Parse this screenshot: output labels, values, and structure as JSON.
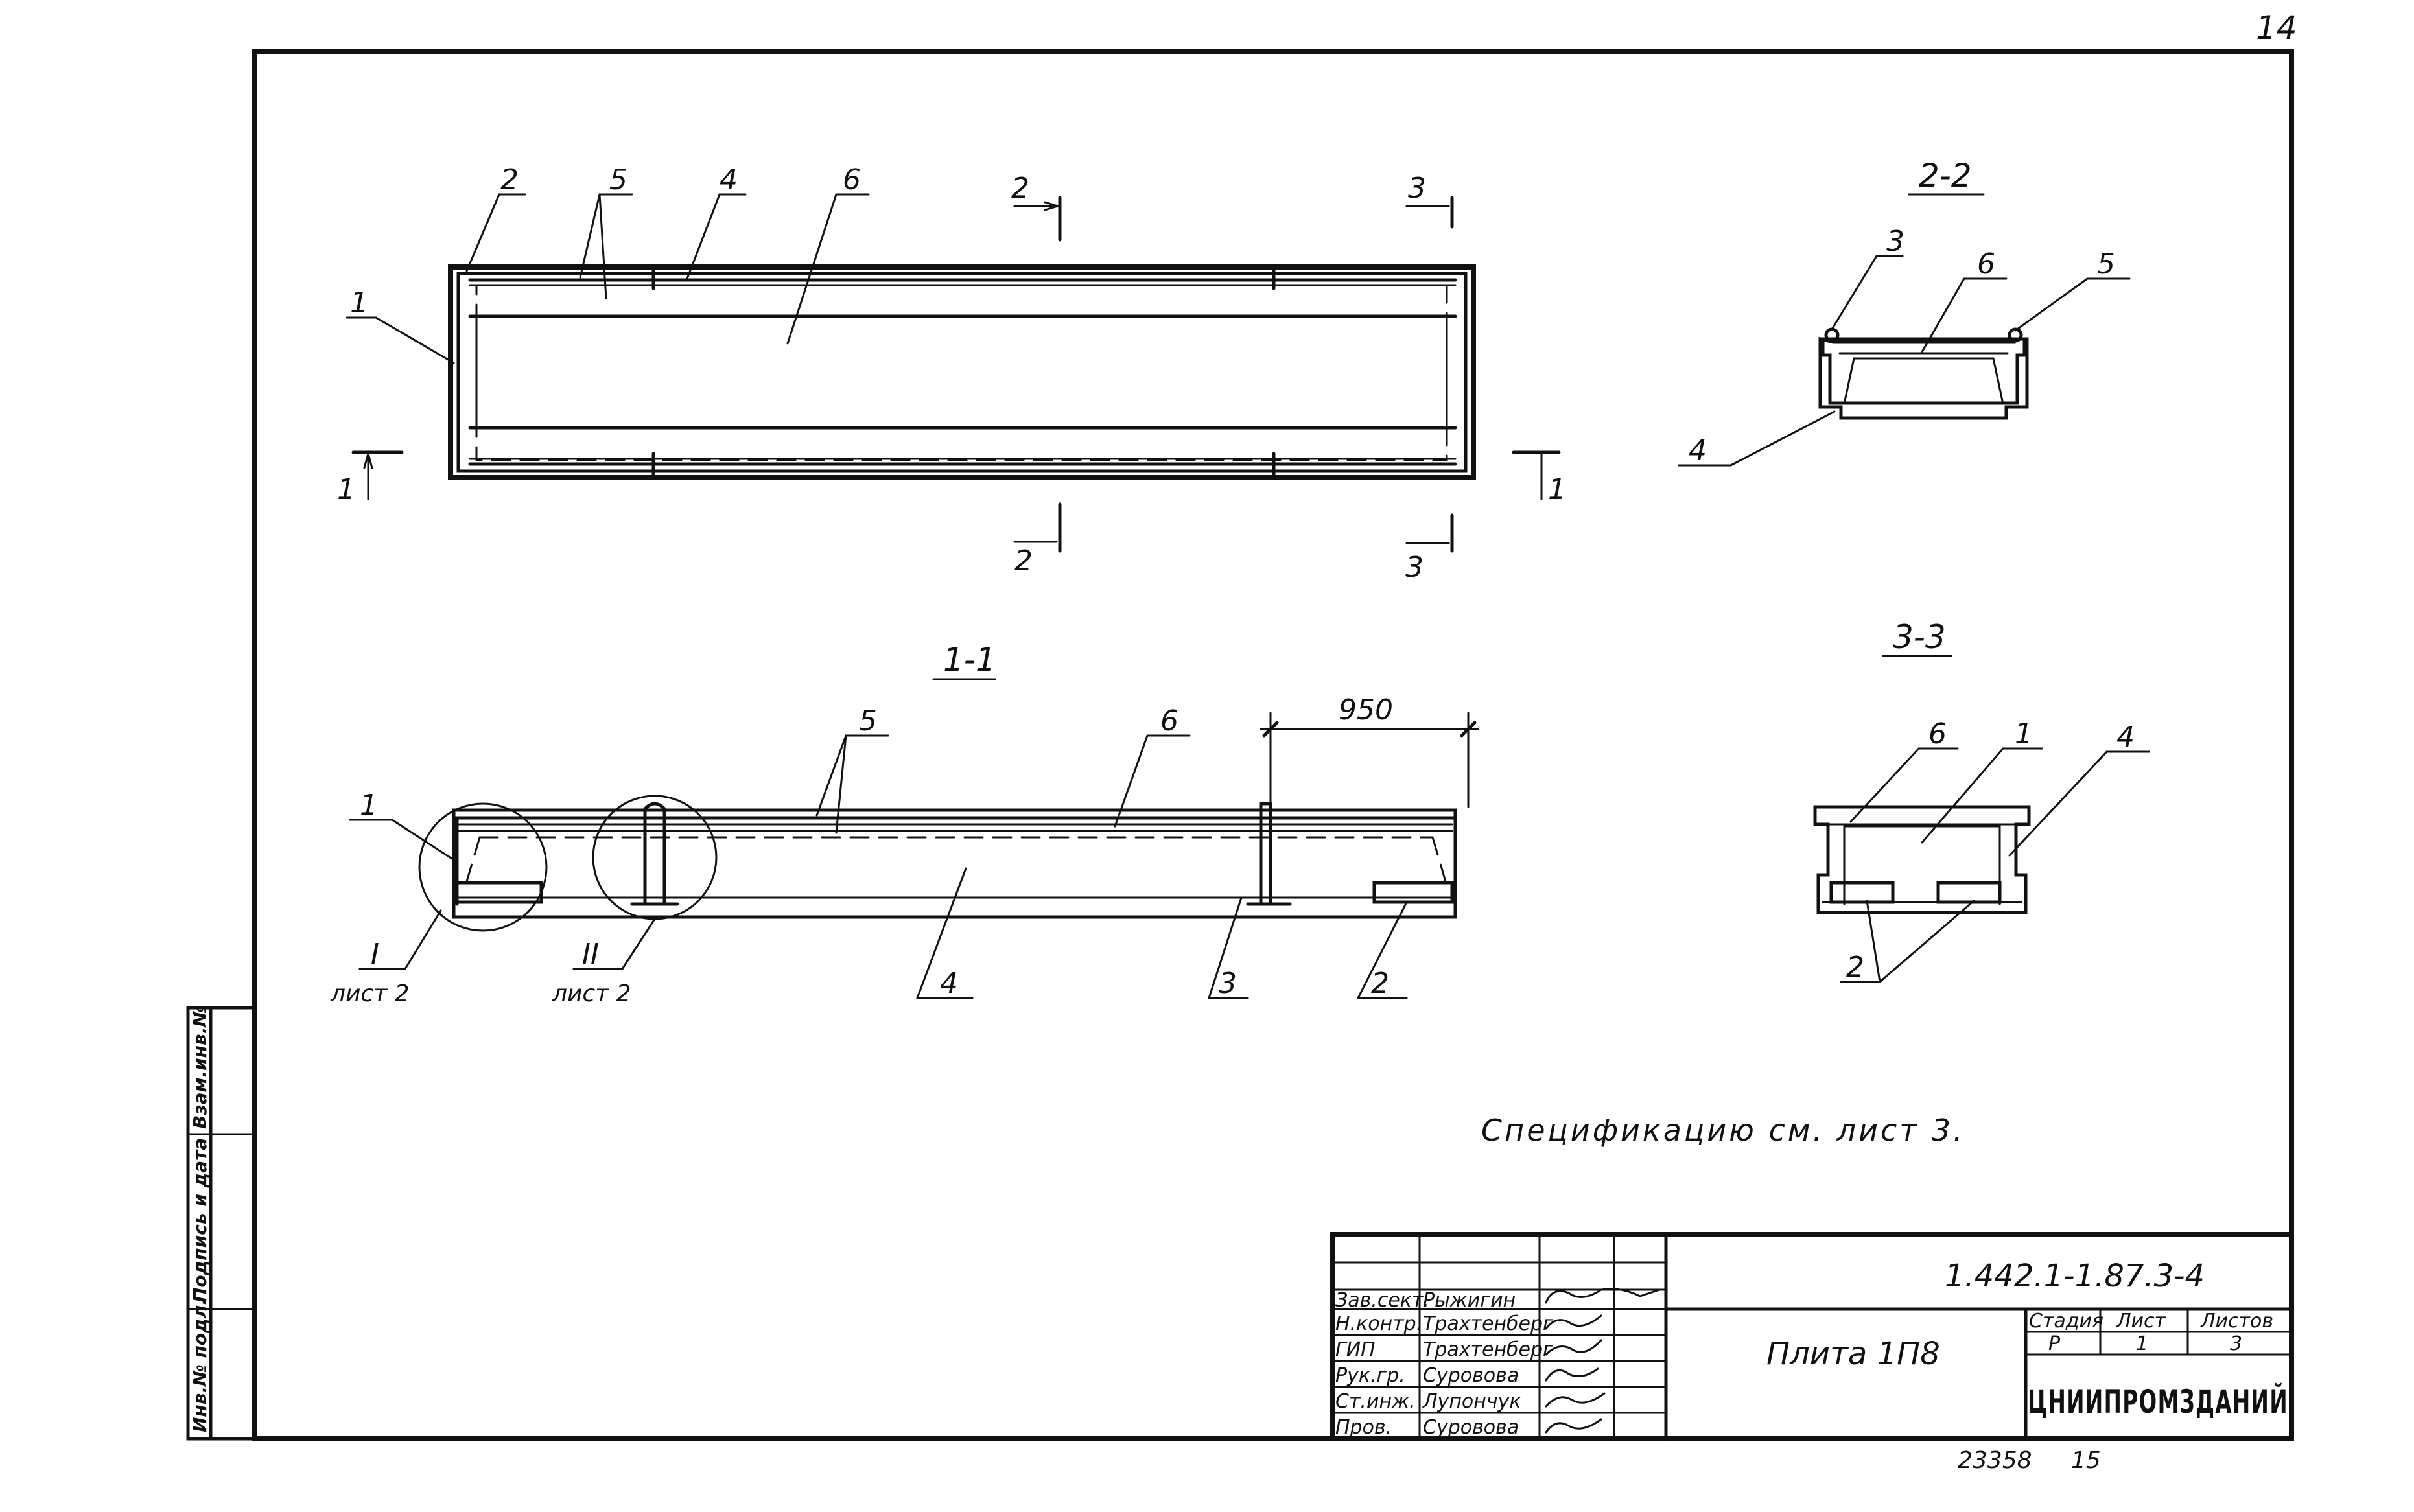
{
  "page_number": "14",
  "views": {
    "plan": {
      "callouts": [
        "2",
        "5",
        "4",
        "6",
        "1"
      ],
      "section_marks": {
        "s2_top": "2",
        "s2_bottom": "2",
        "s3_top": "3",
        "s3_bottom": "3",
        "s1_left": "1",
        "s1_right": "1"
      }
    },
    "section_1_1": {
      "title": "1-1",
      "dimension": "950",
      "callouts": [
        "5",
        "6",
        "1",
        "4",
        "3",
        "2"
      ],
      "detail_I": {
        "mark": "I",
        "sheet": "лист 2"
      },
      "detail_II": {
        "mark": "II",
        "sheet": "лист 2"
      }
    },
    "section_2_2": {
      "title": "2-2",
      "callouts": [
        "3",
        "6",
        "5",
        "4"
      ]
    },
    "section_3_3": {
      "title": "3-3",
      "callouts": [
        "6",
        "1",
        "4",
        "2"
      ]
    }
  },
  "note": "Спецификацию см. лист 3.",
  "title_block": {
    "document_code": "1.442.1-1.87.3-4",
    "drawing_title": "Плита 1П8",
    "stage_header": "Стадия",
    "sheet_header": "Лист",
    "sheets_header": "Листов",
    "stage": "Р",
    "sheet": "1",
    "sheets": "3",
    "organization": "ЦНИИПРОМЗДАНИЙ",
    "signatories": [
      {
        "role": "Зав.сект.",
        "name": "Рыжигин"
      },
      {
        "role": "Н.контр.",
        "name": "Трахтенберг"
      },
      {
        "role": "ГИП",
        "name": "Трахтенберг"
      },
      {
        "role": "Рук.гр.",
        "name": "Суровова"
      },
      {
        "role": "Ст.инж.",
        "name": "Лупончук"
      },
      {
        "role": "Пров.",
        "name": "Суровова"
      }
    ]
  },
  "side_stamp": [
    "Инв.№ подл.",
    "Подпись и дата",
    "Взам.инв.№"
  ],
  "footer": {
    "inventory_number": "23358",
    "page": "15"
  }
}
